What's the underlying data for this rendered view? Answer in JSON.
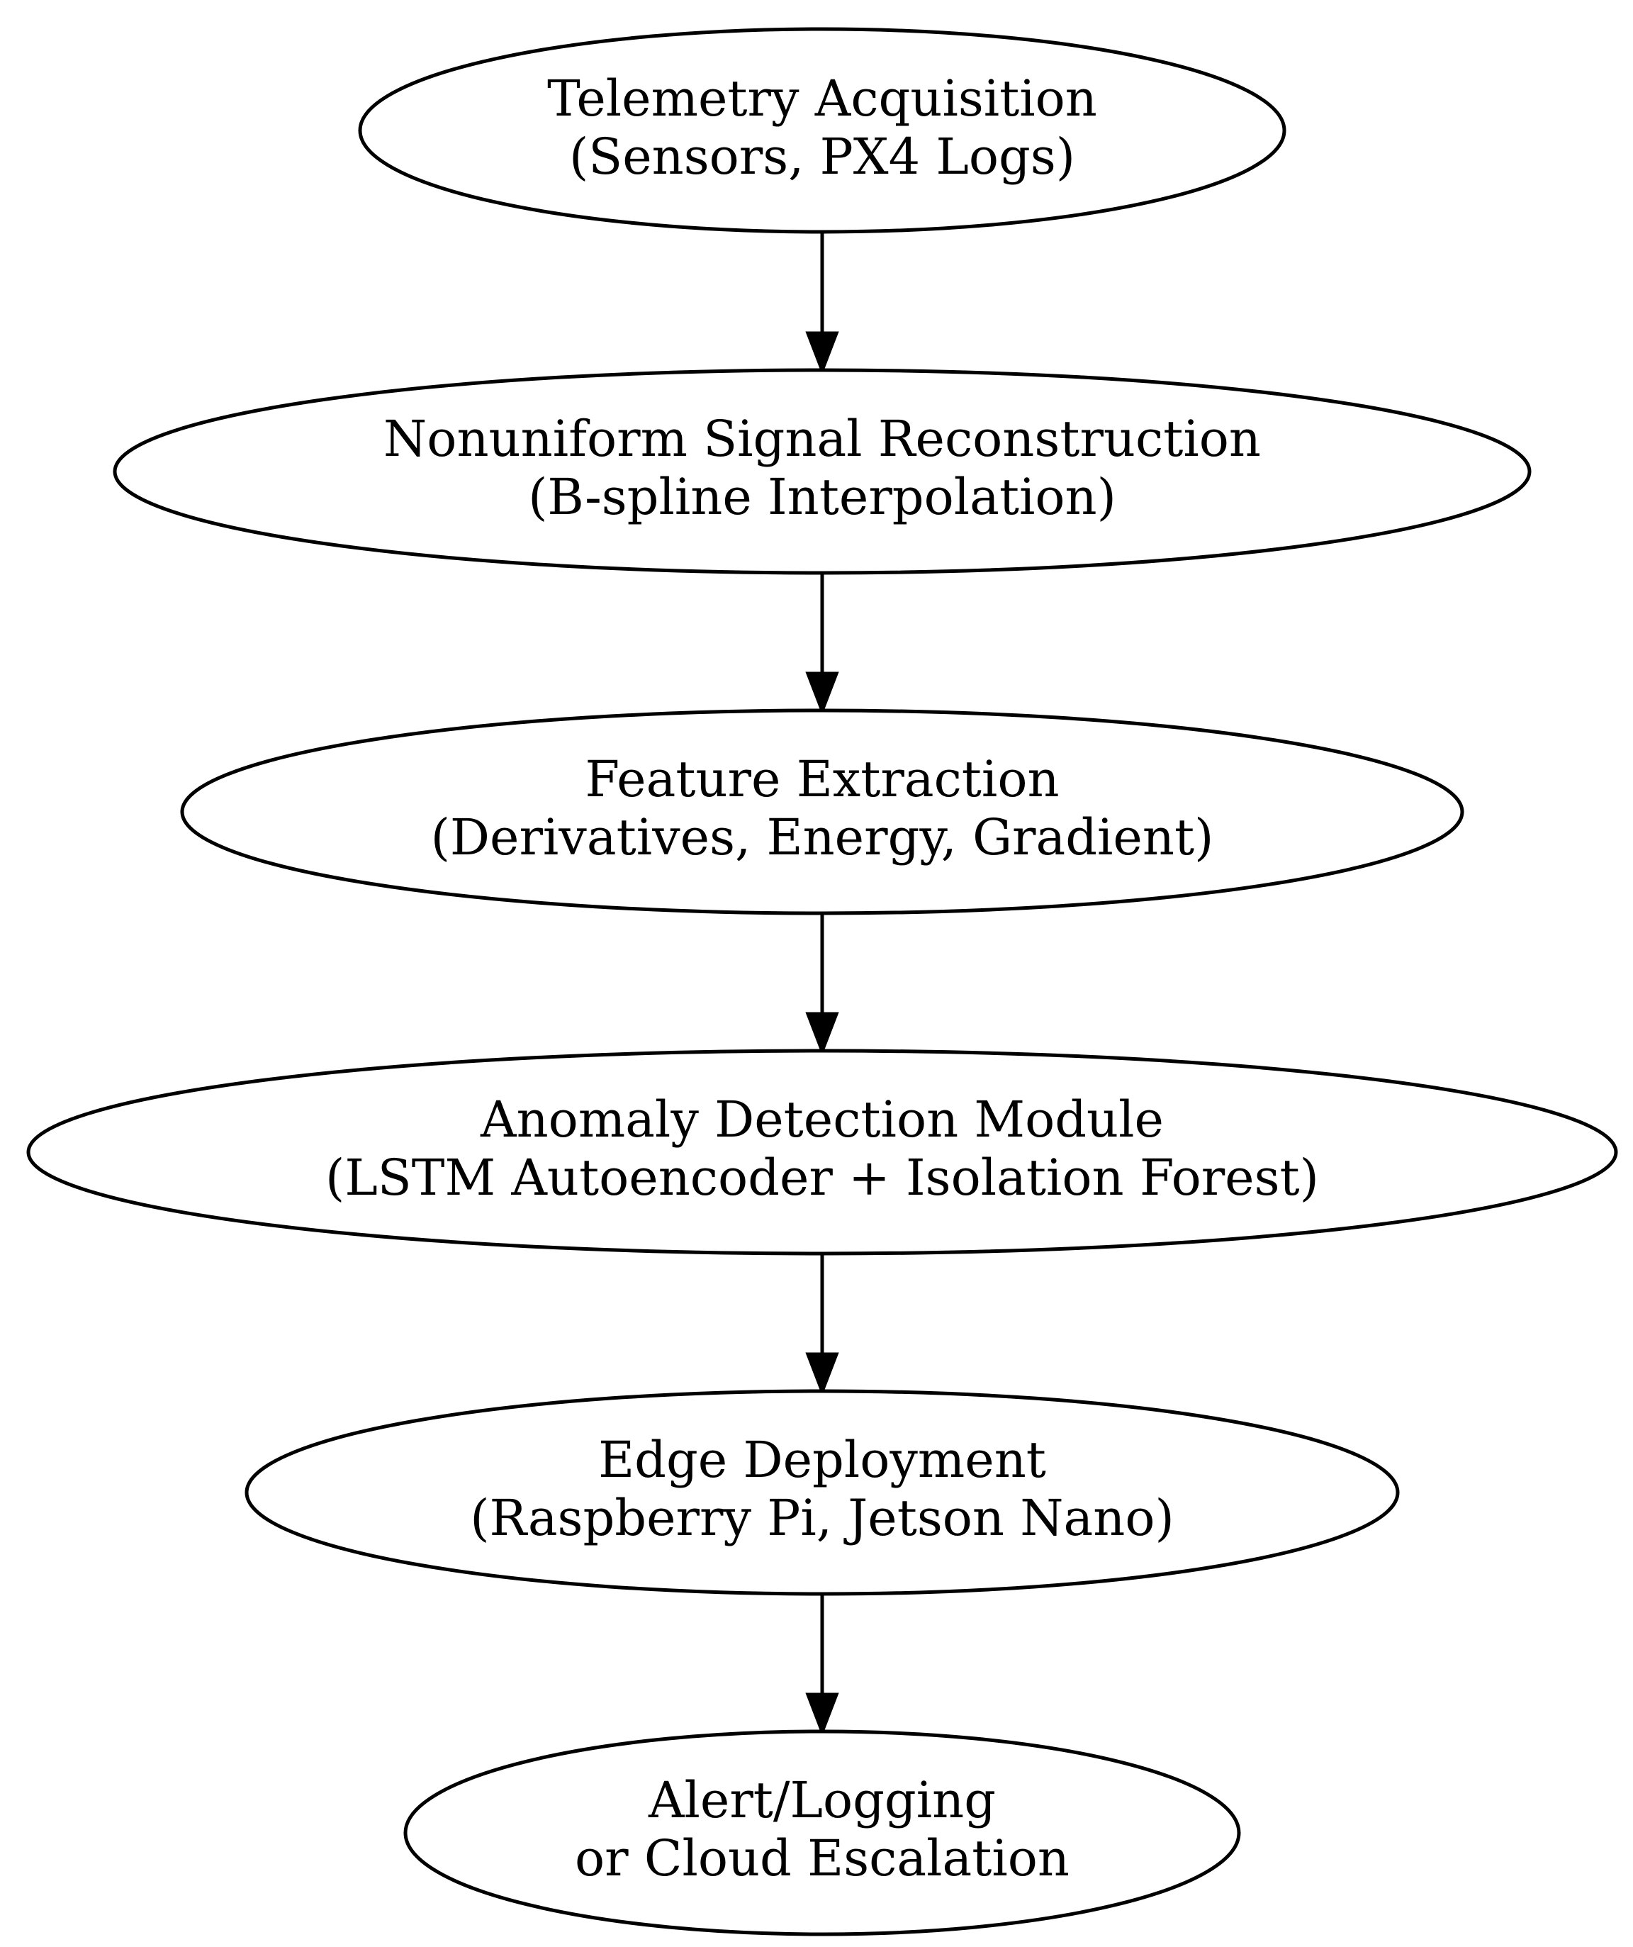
{
  "diagram": {
    "type": "flowchart",
    "direction": "top-to-bottom",
    "colors": {
      "background": "#ffffff",
      "stroke": "#000000",
      "text": "#000000"
    },
    "nodes": [
      {
        "id": "n1",
        "shape": "ellipse",
        "lines": [
          "Telemetry Acquisition",
          "(Sensors, PX4 Logs)"
        ]
      },
      {
        "id": "n2",
        "shape": "ellipse",
        "lines": [
          "Nonuniform Signal Reconstruction",
          "(B-spline Interpolation)"
        ]
      },
      {
        "id": "n3",
        "shape": "ellipse",
        "lines": [
          "Feature Extraction",
          "(Derivatives, Energy, Gradient)"
        ]
      },
      {
        "id": "n4",
        "shape": "ellipse",
        "lines": [
          "Anomaly Detection Module",
          "(LSTM Autoencoder + Isolation Forest)"
        ]
      },
      {
        "id": "n5",
        "shape": "ellipse",
        "lines": [
          "Edge Deployment",
          "(Raspberry Pi, Jetson Nano)"
        ]
      },
      {
        "id": "n6",
        "shape": "ellipse",
        "lines": [
          "Alert/Logging",
          "or Cloud Escalation"
        ]
      }
    ],
    "edges": [
      {
        "from": "n1",
        "to": "n2"
      },
      {
        "from": "n2",
        "to": "n3"
      },
      {
        "from": "n3",
        "to": "n4"
      },
      {
        "from": "n4",
        "to": "n5"
      },
      {
        "from": "n5",
        "to": "n6"
      }
    ]
  }
}
